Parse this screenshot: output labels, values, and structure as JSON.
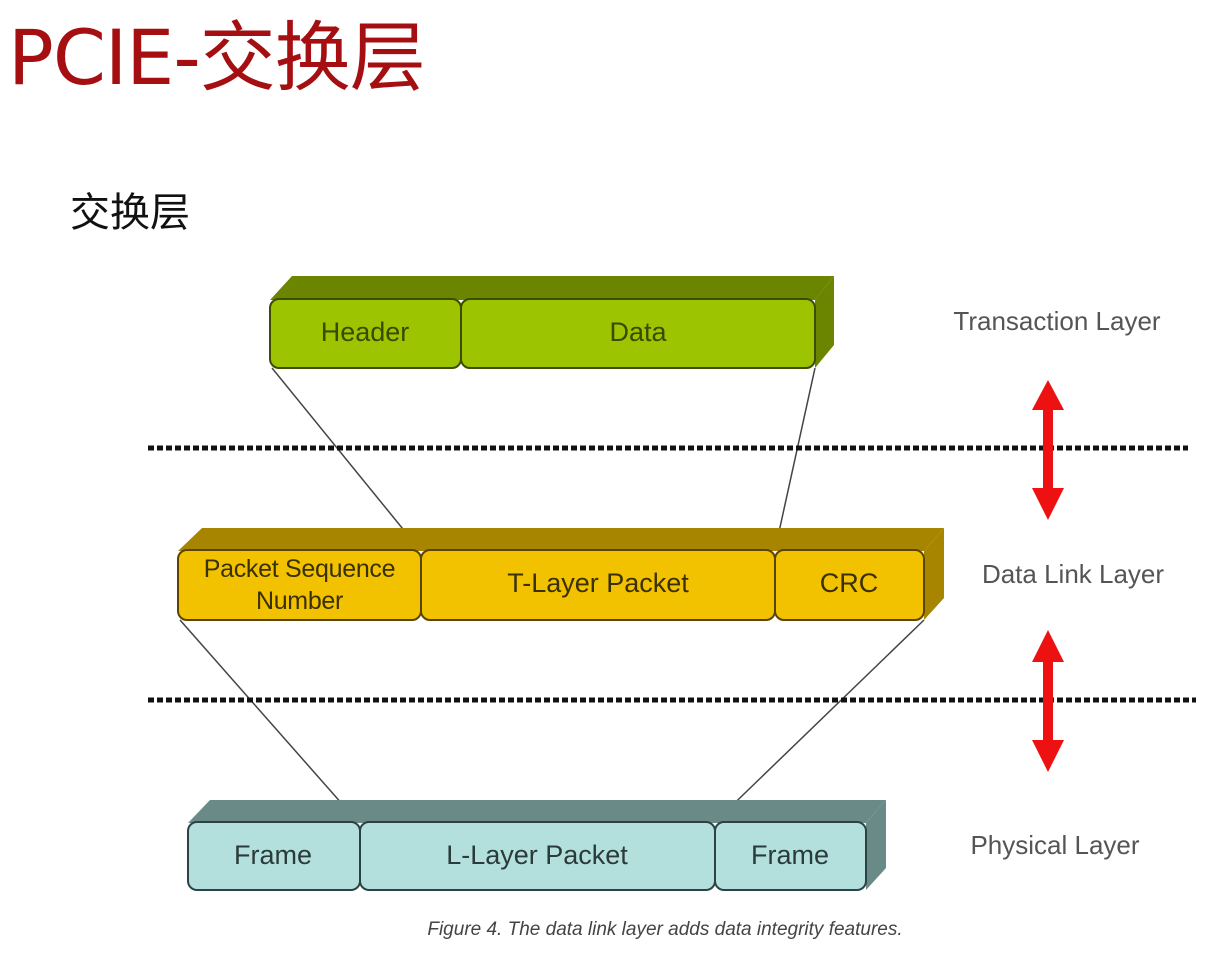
{
  "slide": {
    "title": "PCIE-交换层",
    "subtitle": "交换层"
  },
  "diagram": {
    "layers": [
      {
        "name": "Transaction Layer",
        "color": "#9dc400",
        "dark": "#6b8500",
        "cells": [
          "Header",
          "Data"
        ]
      },
      {
        "name": "Data Link Layer",
        "color": "#f2c200",
        "dark": "#a88500",
        "cells": [
          "Packet Sequence Number",
          "T-Layer Packet",
          "CRC"
        ]
      },
      {
        "name": "Physical Layer",
        "color": "#b3e0dc",
        "dark": "#6a8a88",
        "cells": [
          "Frame",
          "L-Layer Packet",
          "Frame"
        ]
      }
    ],
    "arrow_color": "#ee1111",
    "caption": "Figure 4. The data link layer adds data integrity features."
  }
}
